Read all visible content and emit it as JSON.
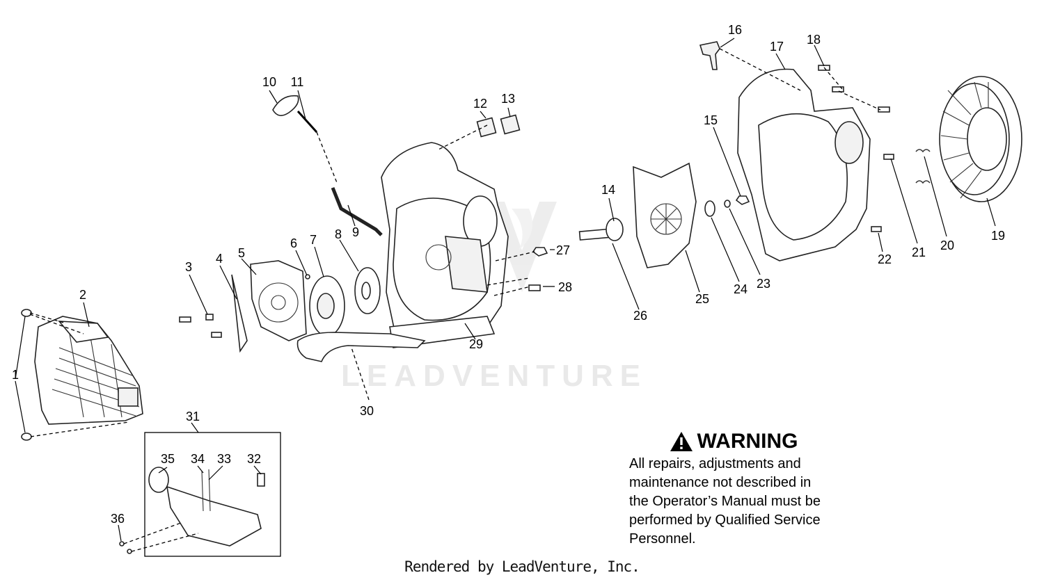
{
  "callouts": [
    "1",
    "2",
    "3",
    "4",
    "5",
    "6",
    "7",
    "8",
    "9",
    "10",
    "11",
    "12",
    "13",
    "14",
    "15",
    "16",
    "17",
    "18",
    "19",
    "20",
    "21",
    "22",
    "23",
    "24",
    "25",
    "26",
    "27",
    "28",
    "29",
    "30",
    "31",
    "32",
    "33",
    "34",
    "35",
    "36"
  ],
  "warning": {
    "heading": "WARNING",
    "body": "All repairs, adjustments and\nmaintenance not described in\nthe Operator’s Manual must be\nperformed by Qualified Service\nPersonnel."
  },
  "watermark": "LEADVENTURE",
  "footer": "Rendered by LeadVenture, Inc."
}
